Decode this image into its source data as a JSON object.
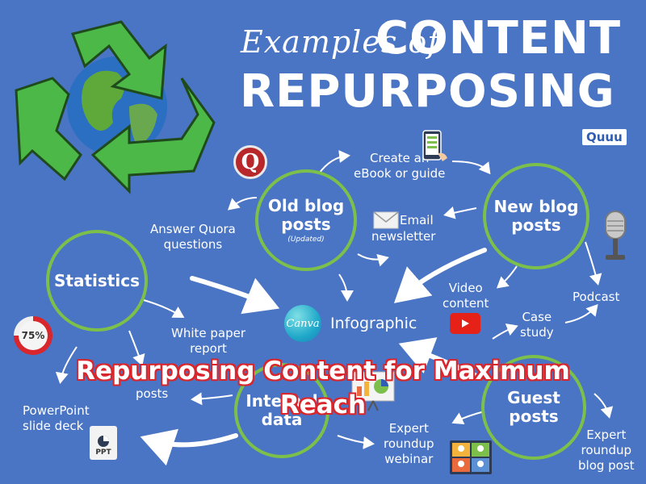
{
  "header": {
    "title_prefix": "Examples of",
    "title_line1": "CONTENT",
    "title_line2": "REPURPOSING",
    "brand": "Quuu"
  },
  "hubs": {
    "old_blog": {
      "title_line1": "Old blog",
      "title_line2": "posts",
      "subtitle": "(Updated)"
    },
    "new_blog": {
      "title_line1": "New blog",
      "title_line2": "posts"
    },
    "statistics": {
      "title": "Statistics"
    },
    "internal_data": {
      "title_line1": "Internal",
      "title_line2": "data"
    },
    "guest_posts": {
      "title_line1": "Guest",
      "title_line2": "posts"
    }
  },
  "labels": {
    "ebook_line1": "Create an",
    "ebook_line2": "eBook or guide",
    "quora_line1": "Answer Quora",
    "quora_line2": "questions",
    "email_line1": "Email",
    "email_line2": "newsletter",
    "podcast": "Podcast",
    "video_line1": "Video",
    "video_line2": "content",
    "infographic": "Infographic",
    "canva": "Canva",
    "case_line1": "Case",
    "case_line2": "study",
    "whitepaper_line1": "White paper",
    "whitepaper_line2": "report",
    "social_line2": "posts",
    "powerpoint_line1": "PowerPoint",
    "powerpoint_line2": "slide deck",
    "ppt_icon": "PPT",
    "webinar_line1": "Expert",
    "webinar_line2": "roundup",
    "webinar_line3": "webinar",
    "expert_blog_line1": "Expert",
    "expert_blog_line2": "roundup",
    "expert_blog_line3": "blog post",
    "percent": "75%",
    "quora_icon": "Q"
  },
  "overlay": {
    "line1": "Repurposing Content for Maximum",
    "line2": "Reach"
  },
  "icons": {
    "recycle": "recycle-globe-icon",
    "quora": "quora-icon",
    "ebook": "phone-icon",
    "email": "envelope-icon",
    "microphone": "microphone-icon",
    "video": "youtube-play-icon",
    "percent": "percent-chart-icon",
    "presentation": "presentation-icon",
    "powerpoint": "powerpoint-file-icon",
    "webinar": "video-call-icon"
  },
  "colors": {
    "background": "#4a74c4",
    "hub_ring": "#7cc04b",
    "overlay_stroke": "#d8262c",
    "recycle_green": "#4cb848"
  }
}
